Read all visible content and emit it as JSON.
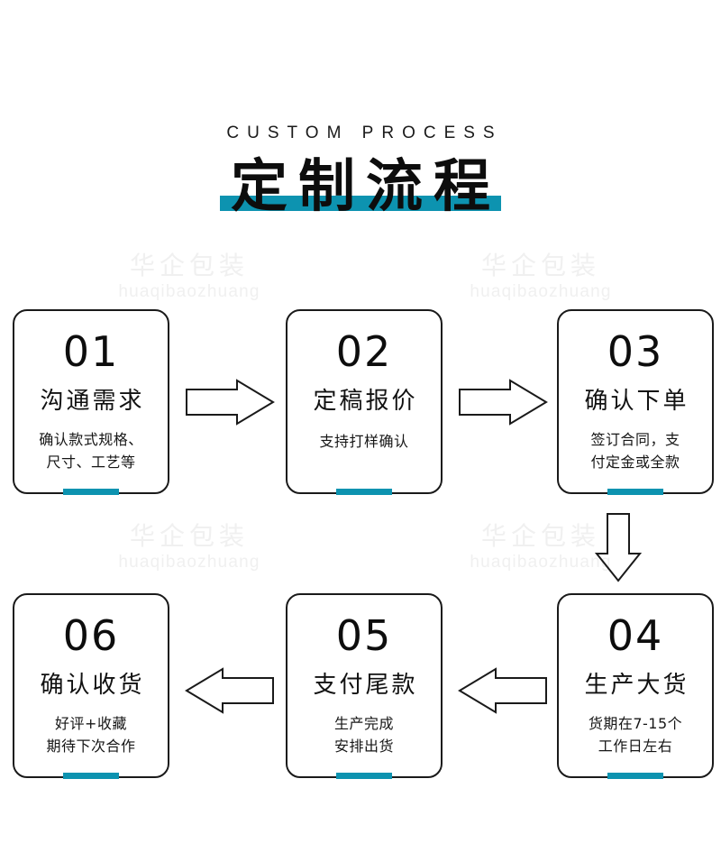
{
  "colors": {
    "accent": "#0d93b0",
    "ink": "#1a1a1a",
    "watermark": "#f0f0f0",
    "background": "#ffffff"
  },
  "header": {
    "eyebrow": "CUSTOM PROCESS",
    "title": "定制流程"
  },
  "watermark": {
    "cn": "华企包装",
    "en": "huaqibaozhuang"
  },
  "steps": [
    {
      "number": "01",
      "title": "沟通需求",
      "desc": "确认款式规格、\n尺寸、工艺等"
    },
    {
      "number": "02",
      "title": "定稿报价",
      "desc": "支持打样确认"
    },
    {
      "number": "03",
      "title": "确认下单",
      "desc": "签订合同，支\n付定金或全款"
    },
    {
      "number": "04",
      "title": "生产大货",
      "desc": "货期在7-15个\n工作日左右"
    },
    {
      "number": "05",
      "title": "支付尾款",
      "desc": "生产完成\n安排出货"
    },
    {
      "number": "06",
      "title": "确认收货",
      "desc": "好评+收藏\n期待下次合作"
    }
  ],
  "arrows": [
    {
      "name": "arrow-right-01-to-02",
      "direction": "right"
    },
    {
      "name": "arrow-right-02-to-03",
      "direction": "right"
    },
    {
      "name": "arrow-down-03-to-04",
      "direction": "down"
    },
    {
      "name": "arrow-left-04-to-05",
      "direction": "left"
    },
    {
      "name": "arrow-left-05-to-06",
      "direction": "left"
    }
  ]
}
